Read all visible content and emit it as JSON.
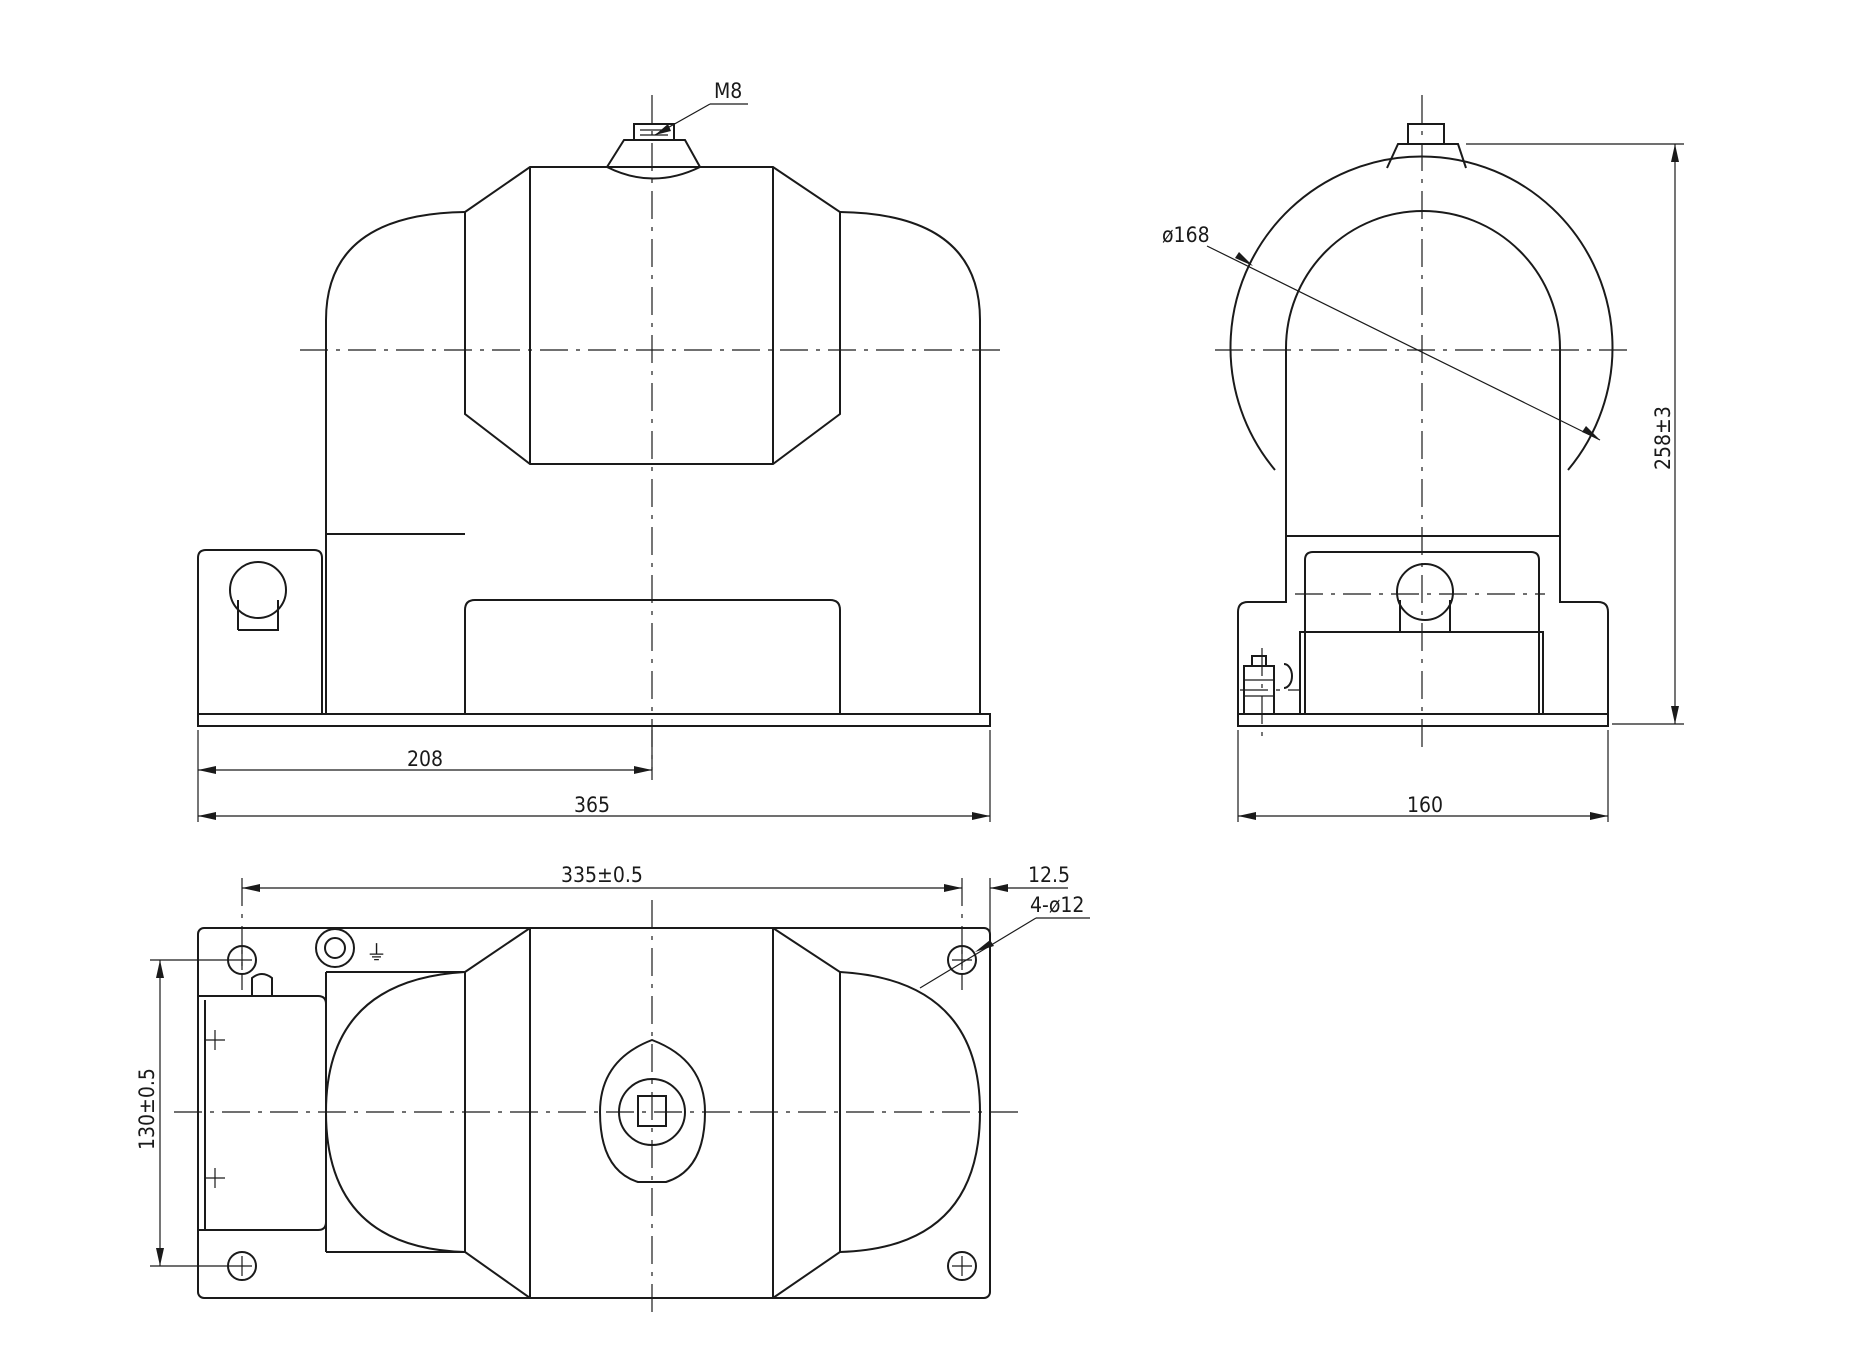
{
  "labels": {
    "bolt_thread": "M8",
    "dim_208": "208",
    "dim_365": "365",
    "dim_diameter": "ø168",
    "dim_height": "258±3",
    "dim_160": "160",
    "dim_335": "335±0.5",
    "dim_12_5": "12.5",
    "dim_holes": "4-ø12",
    "dim_130": "130±0.5",
    "ground_symbol": "⏚"
  }
}
